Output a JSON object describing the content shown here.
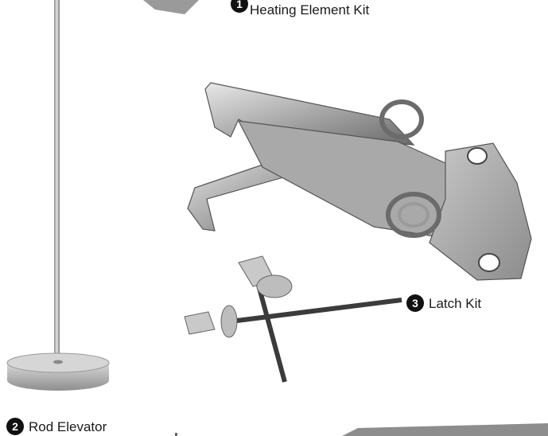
{
  "labels": {
    "heating": {
      "number": "1",
      "text": "Heating Element Kit"
    },
    "latch": {
      "number": "3",
      "text": "Latch Kit"
    },
    "rod": {
      "number": "2",
      "text": "Rod Elevator"
    }
  },
  "colors": {
    "background": "#ffffff",
    "badge": "#111111",
    "text": "#1a1a1a",
    "metal_light": "#cfcfcf",
    "metal_dark": "#5a5a5a"
  },
  "icons": [
    "heating-element-image",
    "rod-elevator-image",
    "latch-image",
    "rivet-image"
  ]
}
